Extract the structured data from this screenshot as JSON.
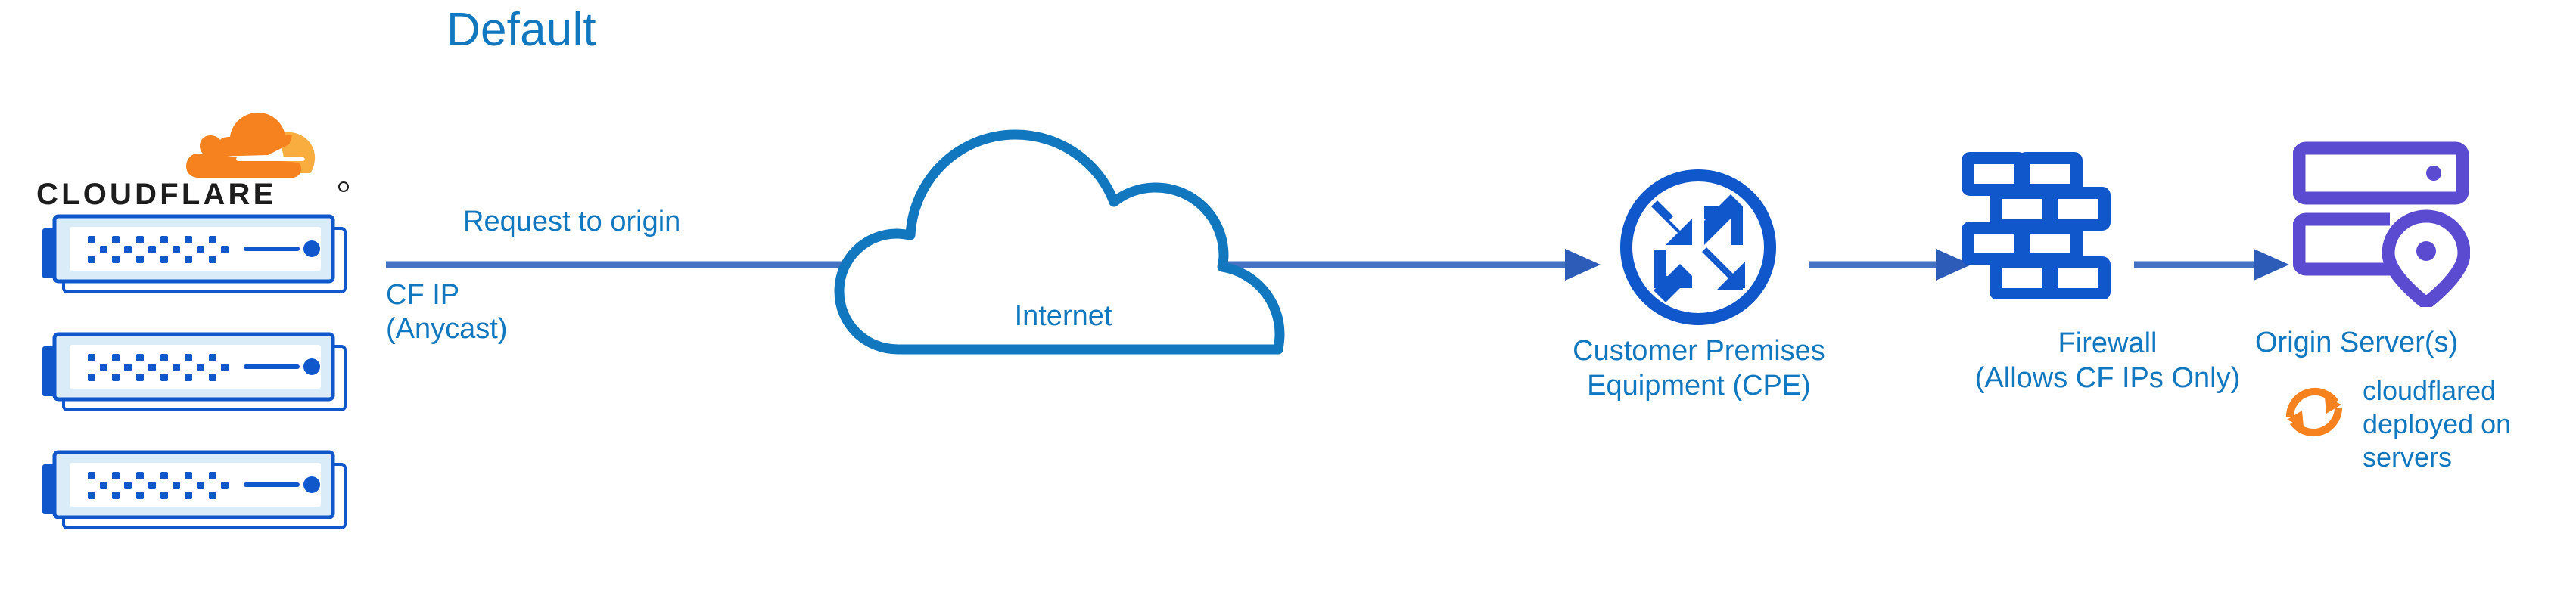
{
  "diagram": {
    "title": "Default",
    "background_color": "#ffffff",
    "accent_blue": "#1177bf",
    "icon_blue": "#1157cc",
    "arrow_blue": "#4373c2",
    "origin_purple": "#5b4bd0",
    "cloudflare_orange": "#f6821f",
    "cloudflare_orange_light": "#faad3f"
  },
  "brand": {
    "logo_name": "cloudflare-logo",
    "wordmark": "CLOUDFLARE",
    "mark_name": "cloudflare-cloud-mark"
  },
  "edge": {
    "racks": [
      {
        "name": "cloudflare-edge-server-rack-1"
      },
      {
        "name": "cloudflare-edge-server-rack-2"
      },
      {
        "name": "cloudflare-edge-server-rack-3"
      }
    ],
    "ip_label": "CF IP\n(Anycast)",
    "ip_label_line1": "CF IP",
    "ip_label_line2": "(Anycast)"
  },
  "flow": {
    "request_label": "Request to origin",
    "arrows": [
      {
        "name": "arrow-edge-to-cpe",
        "from": "cloudflare-edge",
        "to": "customer-premises-equipment"
      },
      {
        "name": "arrow-cpe-to-firewall",
        "from": "customer-premises-equipment",
        "to": "firewall"
      },
      {
        "name": "arrow-firewall-to-origin",
        "from": "firewall",
        "to": "origin-server"
      }
    ]
  },
  "nodes": {
    "internet": {
      "label": "Internet",
      "icon": "cloud-icon"
    },
    "cpe": {
      "label_line1": "Customer Premises",
      "label_line2": "Equipment (CPE)",
      "icon": "router-four-arrows-icon"
    },
    "firewall": {
      "label_line1": "Firewall",
      "label_line2": "(Allows CF IPs Only)",
      "icon": "brick-wall-icon"
    },
    "origin": {
      "label": "Origin Server(s)",
      "icon": "server-stack-location-pin-icon"
    }
  },
  "annotation": {
    "cloudflared": {
      "icon": "sync-circular-arrows-icon",
      "line1": "cloudflared",
      "line2": "deployed on",
      "line3": "servers",
      "text": "cloudflared deployed on servers"
    }
  }
}
